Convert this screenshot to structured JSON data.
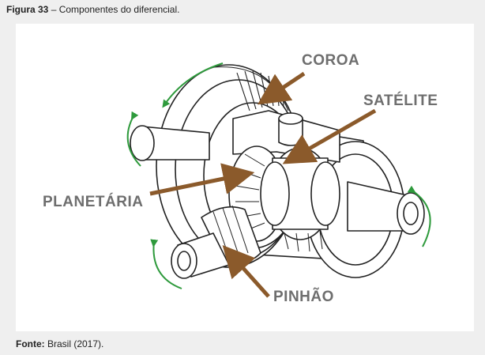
{
  "caption": {
    "figure_label": "Figura 33",
    "title": " – Componentes do diferencial."
  },
  "labels": {
    "coroa": "COROA",
    "satelite": "SATÉLITE",
    "planetaria": "PLANETÁRIA",
    "pinhao": "PINHÃO"
  },
  "source": {
    "label": "Fonte:",
    "text": " Brasil (2017)."
  },
  "colors": {
    "arrow": "#8b5a2b",
    "rotation": "#2e9a3c",
    "label": "#6e6e6e"
  }
}
